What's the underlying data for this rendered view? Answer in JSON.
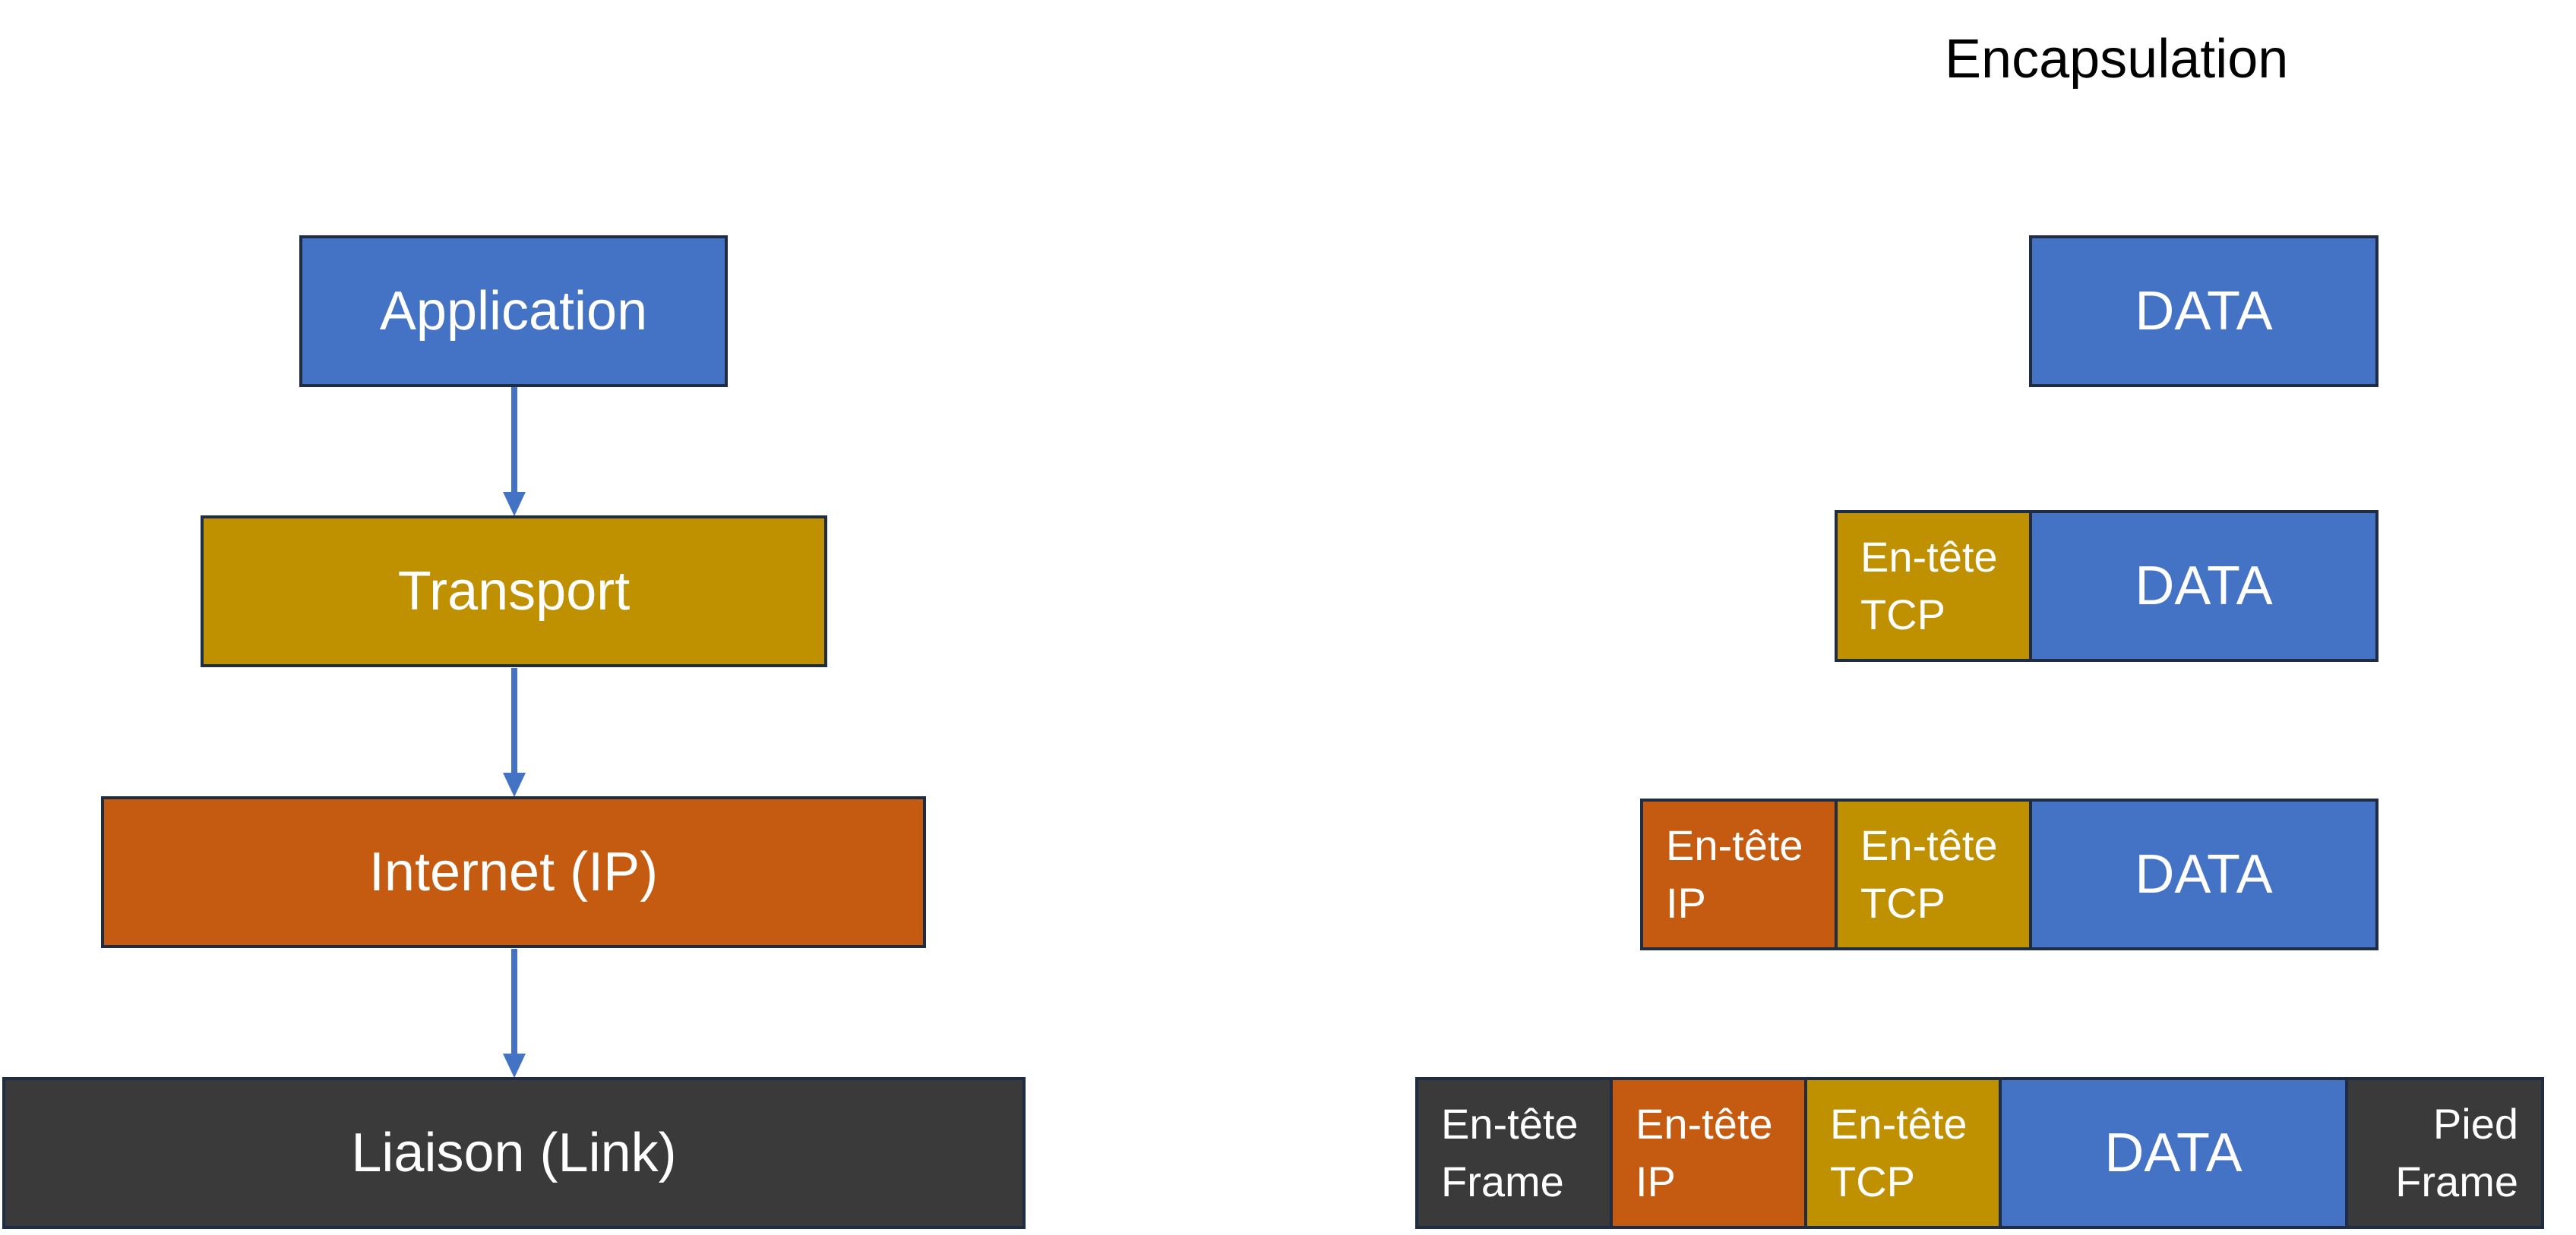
{
  "title": "Encapsulation",
  "colors": {
    "application": "#4472C4",
    "transport": "#BF9000",
    "internet": "#C55A11",
    "link": "#3A3A3A",
    "border": "#1F2D44",
    "arrow": "#4472C4",
    "text": "#FFFFFF"
  },
  "layers": [
    {
      "label": "Application"
    },
    {
      "label": "Transport"
    },
    {
      "label": "Internet (IP)"
    },
    {
      "label": "Liaison (Link)"
    }
  ],
  "segments": {
    "data": "DATA",
    "tcp_header": "En-tête\nTCP",
    "ip_header": "En-tête\nIP",
    "frame_header": "En-tête\nFrame",
    "frame_trailer": "Pied\nFrame"
  }
}
